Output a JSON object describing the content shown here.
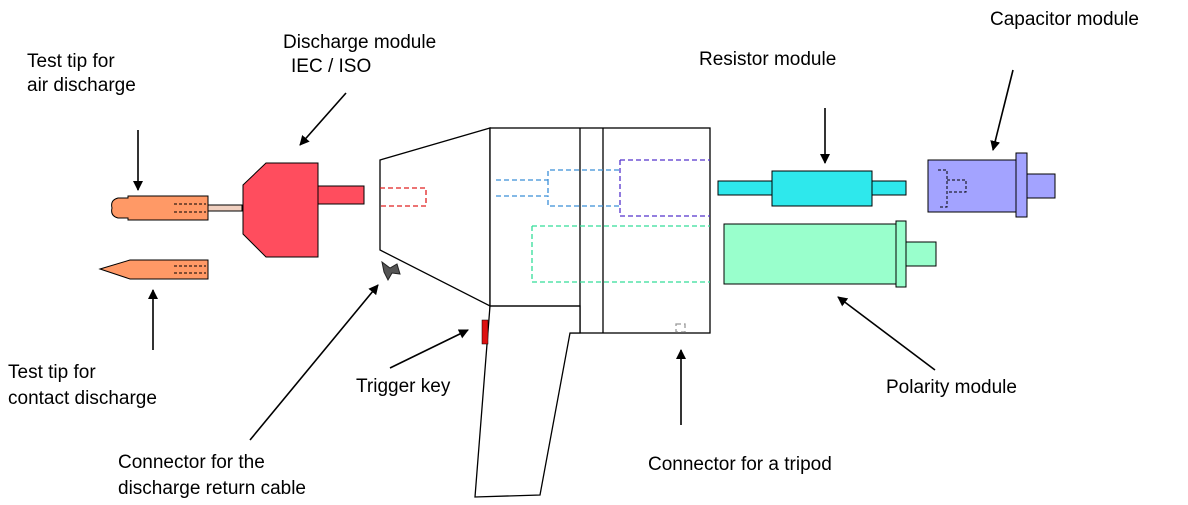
{
  "labels": {
    "air_tip": [
      "Test tip for",
      "air discharge"
    ],
    "discharge_module": [
      "Discharge module",
      "IEC / ISO"
    ],
    "resistor_module": "Resistor module",
    "capacitor_module": "Capacitor module",
    "contact_tip": [
      "Test tip for",
      "contact discharge"
    ],
    "trigger_key": "Trigger key",
    "return_cable": [
      "Connector for the",
      "discharge return cable"
    ],
    "tripod": "Connector for a tripod",
    "polarity_module": "Polarity module"
  },
  "colors": {
    "outline": "#000000",
    "test_tip": "#ff9966",
    "discharge_module": "#ff4d5e",
    "resistor_module": "#2ee8ec",
    "capacitor_module": "#a3a3ff",
    "polarity_module": "#99ffcc",
    "trigger_key": "#dd1111",
    "dashed_red": "#e02020",
    "dashed_blue": "#3b8fd8",
    "dashed_purple": "#5533cc",
    "dashed_green": "#33dd99",
    "tripod_connector": "#999999"
  }
}
